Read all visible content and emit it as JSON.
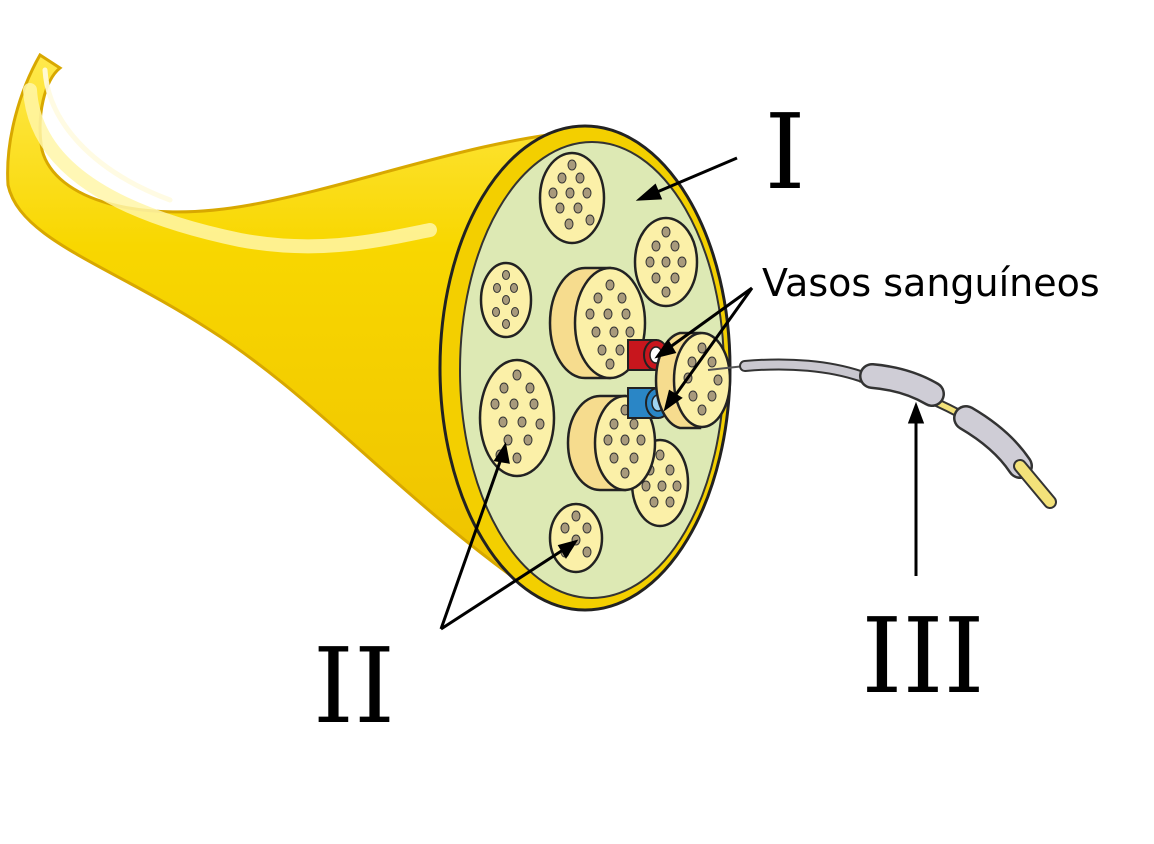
{
  "labels": {
    "label_I": "I",
    "label_II": "II",
    "label_III": "III",
    "vasos": "Vasos sanguíneos"
  },
  "colors": {
    "nerve_outer": "#f5d200",
    "nerve_light": "#fff27a",
    "epineurium": "#dde9b4",
    "fascicle_fill": "#fbf0a8",
    "fascicle_side": "#f6dc8e",
    "axon": "#a89a7c",
    "artery": "#c8161d",
    "vein": "#2a86c6",
    "fiber_sheath": "#c9c7cf",
    "fiber_core": "#f3e27a"
  }
}
